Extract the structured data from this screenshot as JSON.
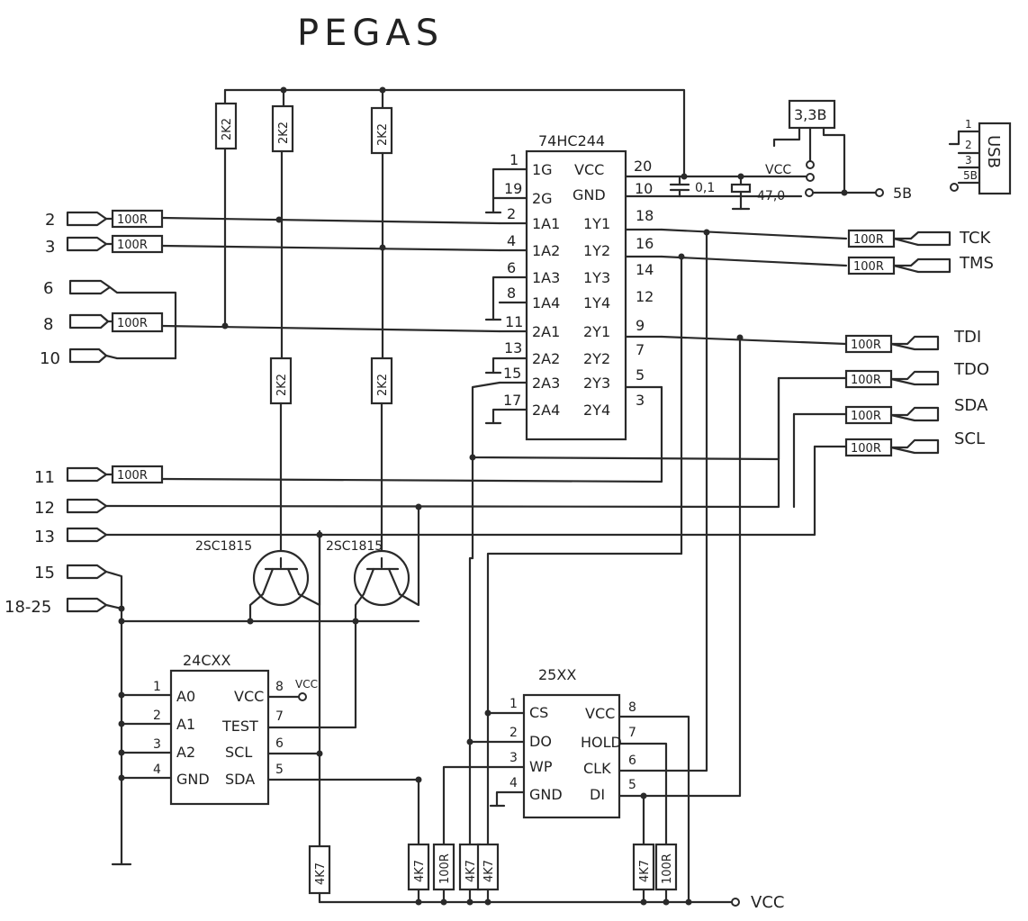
{
  "title": "PEGAS",
  "chips": {
    "buffer": {
      "name": "74HC244",
      "left_pins": [
        {
          "num": "1",
          "label": "1G"
        },
        {
          "num": "19",
          "label": "2G"
        },
        {
          "num": "2",
          "label": "1A1"
        },
        {
          "num": "4",
          "label": "1A2"
        },
        {
          "num": "6",
          "label": "1A3"
        },
        {
          "num": "8",
          "label": "1A4"
        },
        {
          "num": "11",
          "label": "2A1"
        },
        {
          "num": "13",
          "label": "2A2"
        },
        {
          "num": "15",
          "label": "2A3"
        },
        {
          "num": "17",
          "label": "2A4"
        }
      ],
      "right_pins": [
        {
          "num": "20",
          "label": "VCC"
        },
        {
          "num": "10",
          "label": "GND"
        },
        {
          "num": "18",
          "label": "1Y1"
        },
        {
          "num": "16",
          "label": "1Y2"
        },
        {
          "num": "14",
          "label": "1Y3"
        },
        {
          "num": "12",
          "label": "1Y4"
        },
        {
          "num": "9",
          "label": "2Y1"
        },
        {
          "num": "7",
          "label": "2Y2"
        },
        {
          "num": "5",
          "label": "2Y3"
        },
        {
          "num": "3",
          "label": "2Y4"
        }
      ]
    },
    "eeprom24": {
      "name": "24CXX",
      "left_pins": [
        {
          "num": "1",
          "label": "A0"
        },
        {
          "num": "2",
          "label": "A1"
        },
        {
          "num": "3",
          "label": "A2"
        },
        {
          "num": "4",
          "label": "GND"
        }
      ],
      "right_pins": [
        {
          "num": "8",
          "label": "VCC"
        },
        {
          "num": "7",
          "label": "TEST"
        },
        {
          "num": "6",
          "label": "SCL"
        },
        {
          "num": "5",
          "label": "SDA"
        }
      ]
    },
    "eeprom25": {
      "name": "25XX",
      "left_pins": [
        {
          "num": "1",
          "label": "CS"
        },
        {
          "num": "2",
          "label": "DO"
        },
        {
          "num": "3",
          "label": "WP"
        },
        {
          "num": "4",
          "label": "GND"
        }
      ],
      "right_pins": [
        {
          "num": "8",
          "label": "VCC"
        },
        {
          "num": "7",
          "label": "HOLD"
        },
        {
          "num": "6",
          "label": "CLK"
        },
        {
          "num": "5",
          "label": "DI"
        }
      ]
    }
  },
  "connector_pins": [
    "2",
    "3",
    "6",
    "8",
    "10",
    "11",
    "12",
    "13",
    "15",
    "18-25"
  ],
  "outputs": [
    "TCK",
    "TMS",
    "TDI",
    "TDO",
    "SDA",
    "SCL"
  ],
  "resistors": {
    "r100": "100R",
    "r2k2": "2K2",
    "r4k7": "4K7"
  },
  "transistors": [
    "2SC1815",
    "2SC1815"
  ],
  "regulator": "3,3B",
  "usb": {
    "label": "USB",
    "pins": [
      "1",
      "2",
      "3",
      "5B"
    ]
  },
  "power": {
    "vcc": "VCC",
    "v5": "5B",
    "cap1": "0,1",
    "cap2": "47,0"
  }
}
